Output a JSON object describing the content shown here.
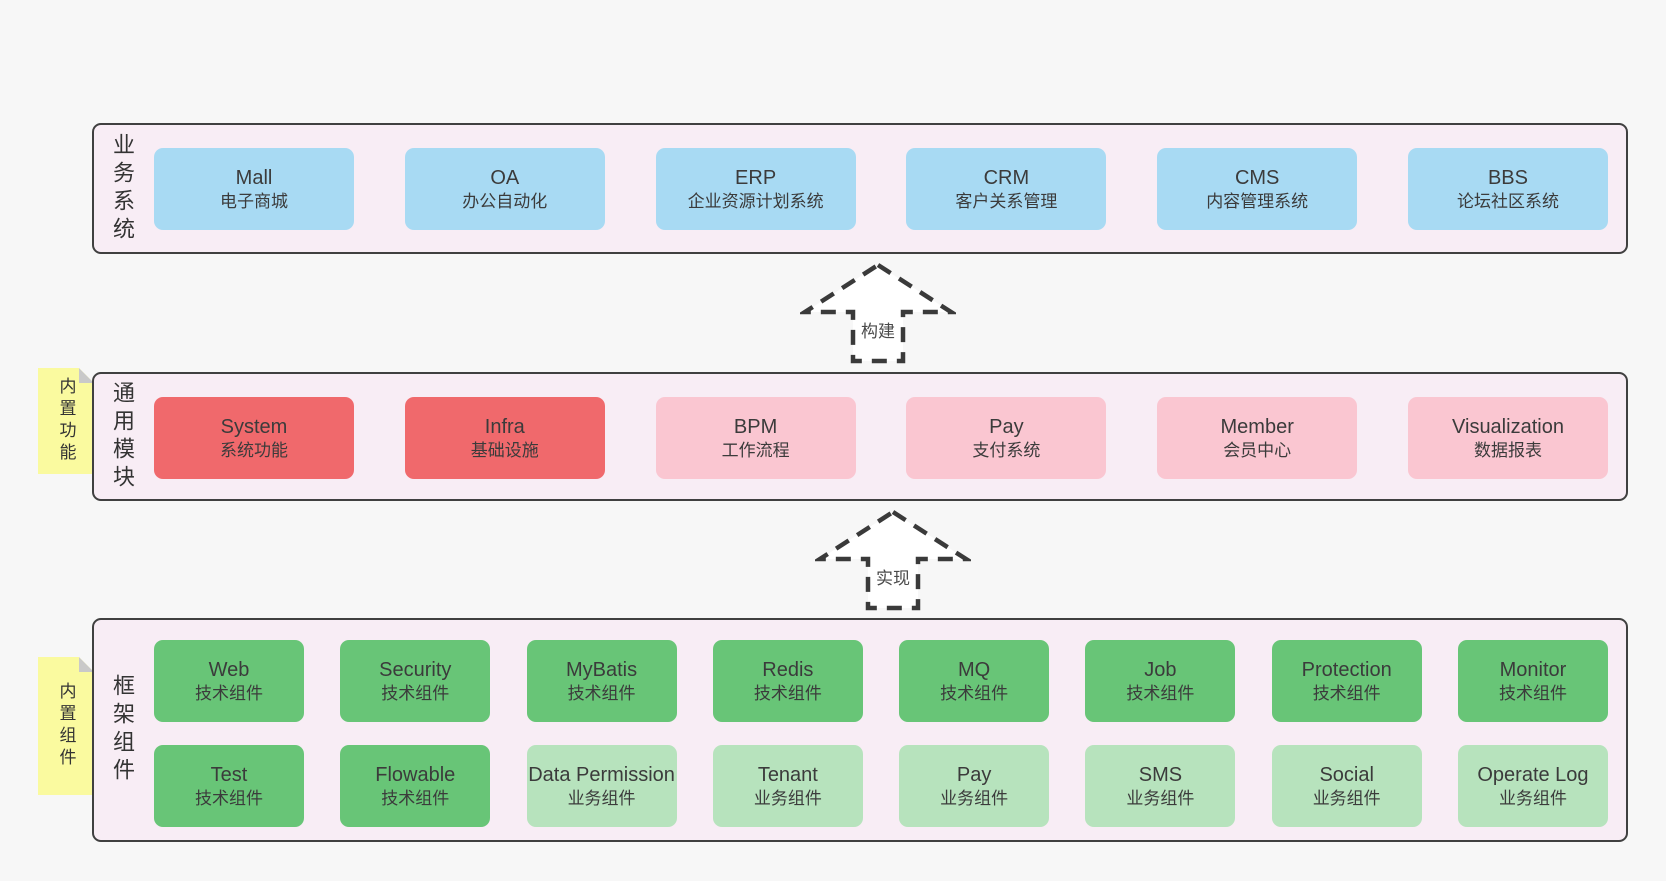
{
  "colors": {
    "page_bg": "#f7f7f7",
    "layer_bg": "#f8edf5",
    "layer_border": "#404040",
    "blue": "#a8daf3",
    "red": "#f0696c",
    "pink": "#fac6d1",
    "green": "#68c577",
    "lightgreen": "#b7e3bd",
    "sticky_yellow": "#fafa9f",
    "text": "#3b3b3b"
  },
  "layers": [
    {
      "label": "业务系统",
      "boxes": [
        {
          "name": "Mall",
          "desc": "电子商城",
          "variant": "blue"
        },
        {
          "name": "OA",
          "desc": "办公自动化",
          "variant": "blue"
        },
        {
          "name": "ERP",
          "desc": "企业资源计划系统",
          "variant": "blue"
        },
        {
          "name": "CRM",
          "desc": "客户关系管理",
          "variant": "blue"
        },
        {
          "name": "CMS",
          "desc": "内容管理系统",
          "variant": "blue"
        },
        {
          "name": "BBS",
          "desc": "论坛社区系统",
          "variant": "blue"
        }
      ]
    },
    {
      "label": "通用模块",
      "sticky": "内置功能",
      "boxes": [
        {
          "name": "System",
          "desc": "系统功能",
          "variant": "red"
        },
        {
          "name": "Infra",
          "desc": "基础设施",
          "variant": "red"
        },
        {
          "name": "BPM",
          "desc": "工作流程",
          "variant": "pink"
        },
        {
          "name": "Pay",
          "desc": "支付系统",
          "variant": "pink"
        },
        {
          "name": "Member",
          "desc": "会员中心",
          "variant": "pink"
        },
        {
          "name": "Visualization",
          "desc": "数据报表",
          "variant": "pink"
        }
      ]
    },
    {
      "label": "框架组件",
      "sticky": "内置组件",
      "rows": [
        [
          {
            "name": "Web",
            "desc": "技术组件",
            "variant": "green"
          },
          {
            "name": "Security",
            "desc": "技术组件",
            "variant": "green"
          },
          {
            "name": "MyBatis",
            "desc": "技术组件",
            "variant": "green"
          },
          {
            "name": "Redis",
            "desc": "技术组件",
            "variant": "green"
          },
          {
            "name": "MQ",
            "desc": "技术组件",
            "variant": "green"
          },
          {
            "name": "Job",
            "desc": "技术组件",
            "variant": "green"
          },
          {
            "name": "Protection",
            "desc": "技术组件",
            "variant": "green"
          },
          {
            "name": "Monitor",
            "desc": "技术组件",
            "variant": "green"
          }
        ],
        [
          {
            "name": "Test",
            "desc": "技术组件",
            "variant": "green"
          },
          {
            "name": "Flowable",
            "desc": "技术组件",
            "variant": "green"
          },
          {
            "name": "Data Permission",
            "desc": "业务组件",
            "variant": "lightgreen"
          },
          {
            "name": "Tenant",
            "desc": "业务组件",
            "variant": "lightgreen"
          },
          {
            "name": "Pay",
            "desc": "业务组件",
            "variant": "lightgreen"
          },
          {
            "name": "SMS",
            "desc": "业务组件",
            "variant": "lightgreen"
          },
          {
            "name": "Social",
            "desc": "业务组件",
            "variant": "lightgreen"
          },
          {
            "name": "Operate Log",
            "desc": "业务组件",
            "variant": "lightgreen"
          }
        ]
      ]
    }
  ],
  "arrows": [
    {
      "label": "构建"
    },
    {
      "label": "实现"
    }
  ]
}
